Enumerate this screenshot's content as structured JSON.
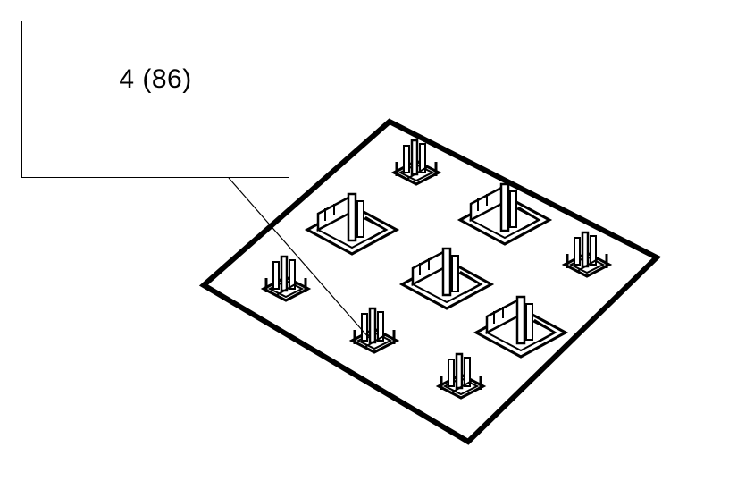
{
  "callout": {
    "label": "4 (86)"
  },
  "figure": {
    "line_color": "#000000",
    "background": "#ffffff",
    "leader_target": "small-part-bottom-left-center",
    "parts": [
      {
        "name": "part-top",
        "kind": "small"
      },
      {
        "name": "part-upper-left",
        "kind": "large"
      },
      {
        "name": "part-upper-right",
        "kind": "large"
      },
      {
        "name": "part-left",
        "kind": "small"
      },
      {
        "name": "part-center",
        "kind": "large"
      },
      {
        "name": "part-right",
        "kind": "small"
      },
      {
        "name": "part-lower-left-center",
        "kind": "small"
      },
      {
        "name": "part-lower-right-center",
        "kind": "large"
      },
      {
        "name": "part-bottom",
        "kind": "small"
      }
    ]
  }
}
